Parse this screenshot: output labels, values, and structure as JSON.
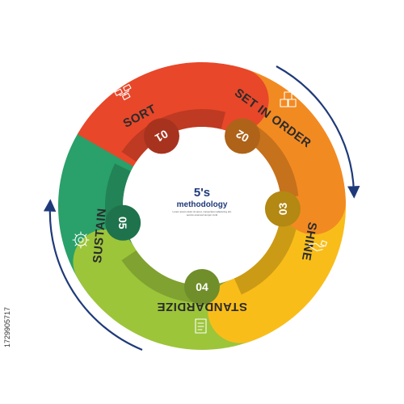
{
  "diagram": {
    "center": {
      "title": "5's",
      "subtitle": "methodology",
      "description_line1": "Lorem ipsum dolor sit amet, consectetur adipiscing elit,",
      "description_line2": "sed do eiusmod tempor incid"
    },
    "steps": [
      {
        "number": "01",
        "label": "SORT",
        "icon": "tree-structure-icon",
        "color": "#e8472a"
      },
      {
        "number": "02",
        "label": "SET IN ORDER",
        "icon": "boxes-icon",
        "color": "#f28a22"
      },
      {
        "number": "03",
        "label": "SHINE",
        "icon": "cleaning-hand-icon",
        "color": "#f9bd1a"
      },
      {
        "number": "04",
        "label": "STANDARDIZE",
        "icon": "document-checklist-icon",
        "color": "#9cc53a"
      },
      {
        "number": "05",
        "label": "SUSTAIN",
        "icon": "gear-icon",
        "color": "#2aa06a"
      }
    ],
    "cycle_arrow_color": "#1f3a7a"
  },
  "watermark": {
    "side_id": "1729905717"
  }
}
